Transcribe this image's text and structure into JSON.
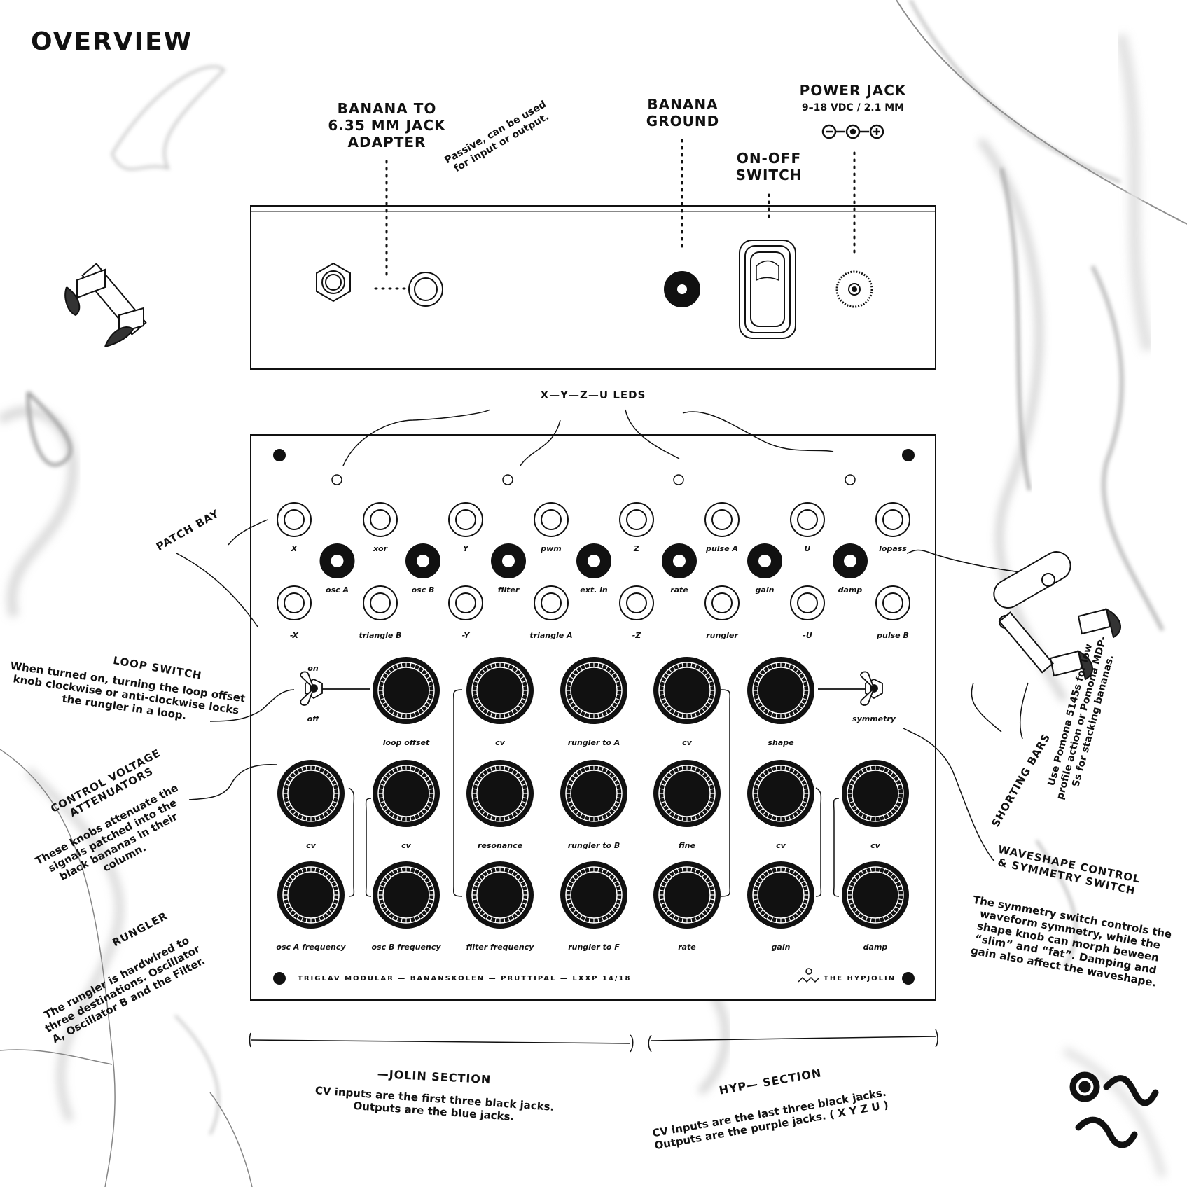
{
  "page_title": "OVERVIEW",
  "top_callouts": {
    "adapter": "BANANA TO\n6.35 MM JACK\nADAPTER",
    "adapter_note": "Passive, can be used\nfor input or output.",
    "banana_ground": "BANANA\nGROUND",
    "on_off": "ON-OFF\nSWITCH",
    "power_jack": "POWER JACK",
    "power_spec": "9–18 VDC / 2.1 MM",
    "leds": "X—Y—Z—U LEDS"
  },
  "patch_bay": {
    "title": "PATCH BAY",
    "row1": [
      "X",
      "xor",
      "Y",
      "pwm",
      "Z",
      "pulse A",
      "U",
      "lopass"
    ],
    "row2": [
      "osc A",
      "osc B",
      "filter",
      "ext. in",
      "rate",
      "gain",
      "damp"
    ],
    "row3": [
      "-X",
      "triangle B",
      "-Y",
      "triangle A",
      "-Z",
      "rungler",
      "-U",
      "pulse B"
    ]
  },
  "switches": {
    "loop_on": "on",
    "loop_off": "off",
    "symmetry": "symmetry"
  },
  "knobs": {
    "row1": [
      "loop offset",
      "cv",
      "rungler to A",
      "cv",
      "shape"
    ],
    "row2": [
      "cv",
      "cv",
      "resonance",
      "rungler to B",
      "fine",
      "cv",
      "cv"
    ],
    "row3": [
      "osc A frequency",
      "osc B frequency",
      "filter frequency",
      "rungler to F",
      "rate",
      "gain",
      "damp"
    ]
  },
  "panel_footer": {
    "left": "TRIGLAV MODULAR — BANANSKOLEN — PRUTTIPAL — LXXP 14/18",
    "right": "THE HYPJOLIN"
  },
  "side_notes": {
    "loop_switch_title": "LOOP SWITCH",
    "loop_switch_text": "When turned on, turning the loop offset knob clockwise or anti-clockwise locks the rungler in a loop.",
    "cva_title": "CONTROL VOLTAGE\nATTENUATORS",
    "cva_text": "These knobs attenuate the signals patched into the black bananas in their column.",
    "rungler_title": "RUNGLER",
    "rungler_text": "The rungler is hardwired to three destinations. Oscillator A, Oscillator B and the Filter.",
    "shorting_title": "SHORTING BARS",
    "shorting_text": "Use Pomona 5145s for low profile action or Pomona MDP-Ss for stacking bananas.",
    "waveshape_title": "WAVESHAPE CONTROL\n& SYMMETRY SWITCH",
    "waveshape_text": "The symmetry switch controls the waveform symmetry, while the shape knob can morph beween “slim” and “fat”. Damping and gain also affect the waveshape."
  },
  "sections": {
    "jolin_title": "—JOLIN SECTION",
    "jolin_text": "CV inputs are the first three black jacks.\nOutputs are the blue jacks.",
    "hyp_title": "HYP— SECTION",
    "hyp_text": "CV inputs are the last three black jacks.\nOutputs are the purple jacks. ( X Y Z U )"
  }
}
